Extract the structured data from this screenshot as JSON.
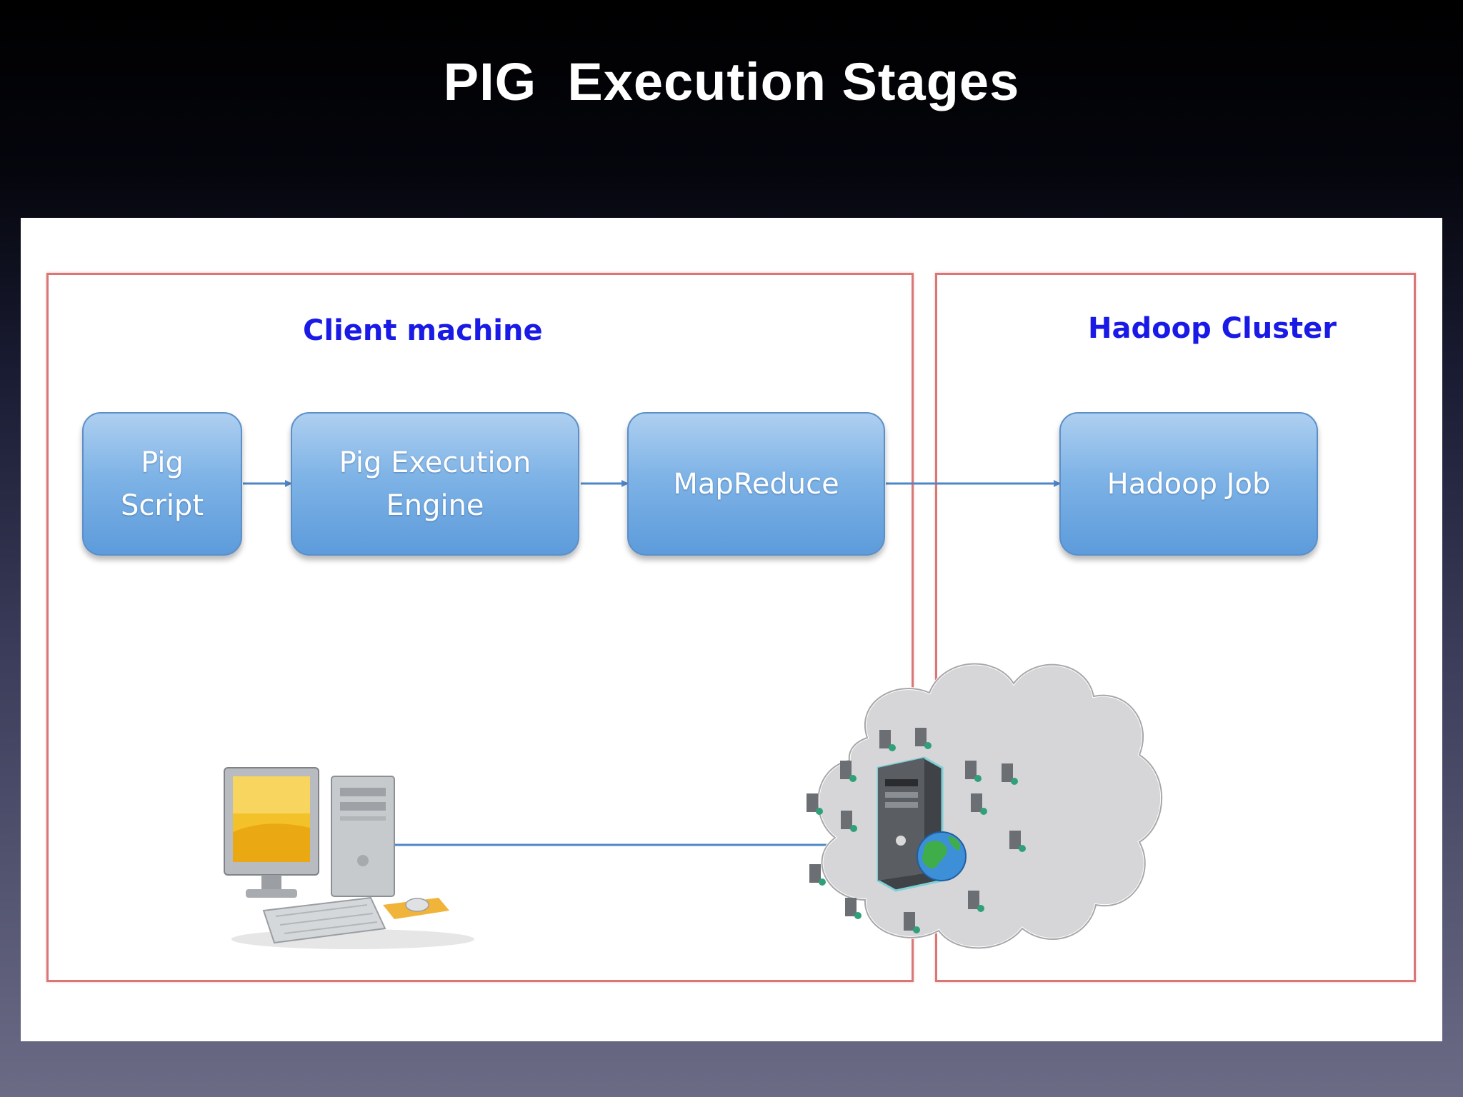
{
  "title": "PIG  Execution Stages",
  "regions": {
    "client": {
      "label": "Client machine"
    },
    "cluster": {
      "label": "Hadoop Cluster"
    }
  },
  "stages": [
    {
      "label": "Pig\nScript"
    },
    {
      "label": "Pig Execution\nEngine"
    },
    {
      "label": "MapReduce"
    },
    {
      "label": "Hadoop Job"
    }
  ],
  "icons": {
    "client_computer": "desktop-computer-icon",
    "cluster": "server-cloud-icon"
  },
  "colors": {
    "region_border": "#d97777",
    "region_label": "#1a1ae6",
    "stage_fill": "#6fa7e0",
    "arrow": "#4f86c6"
  }
}
